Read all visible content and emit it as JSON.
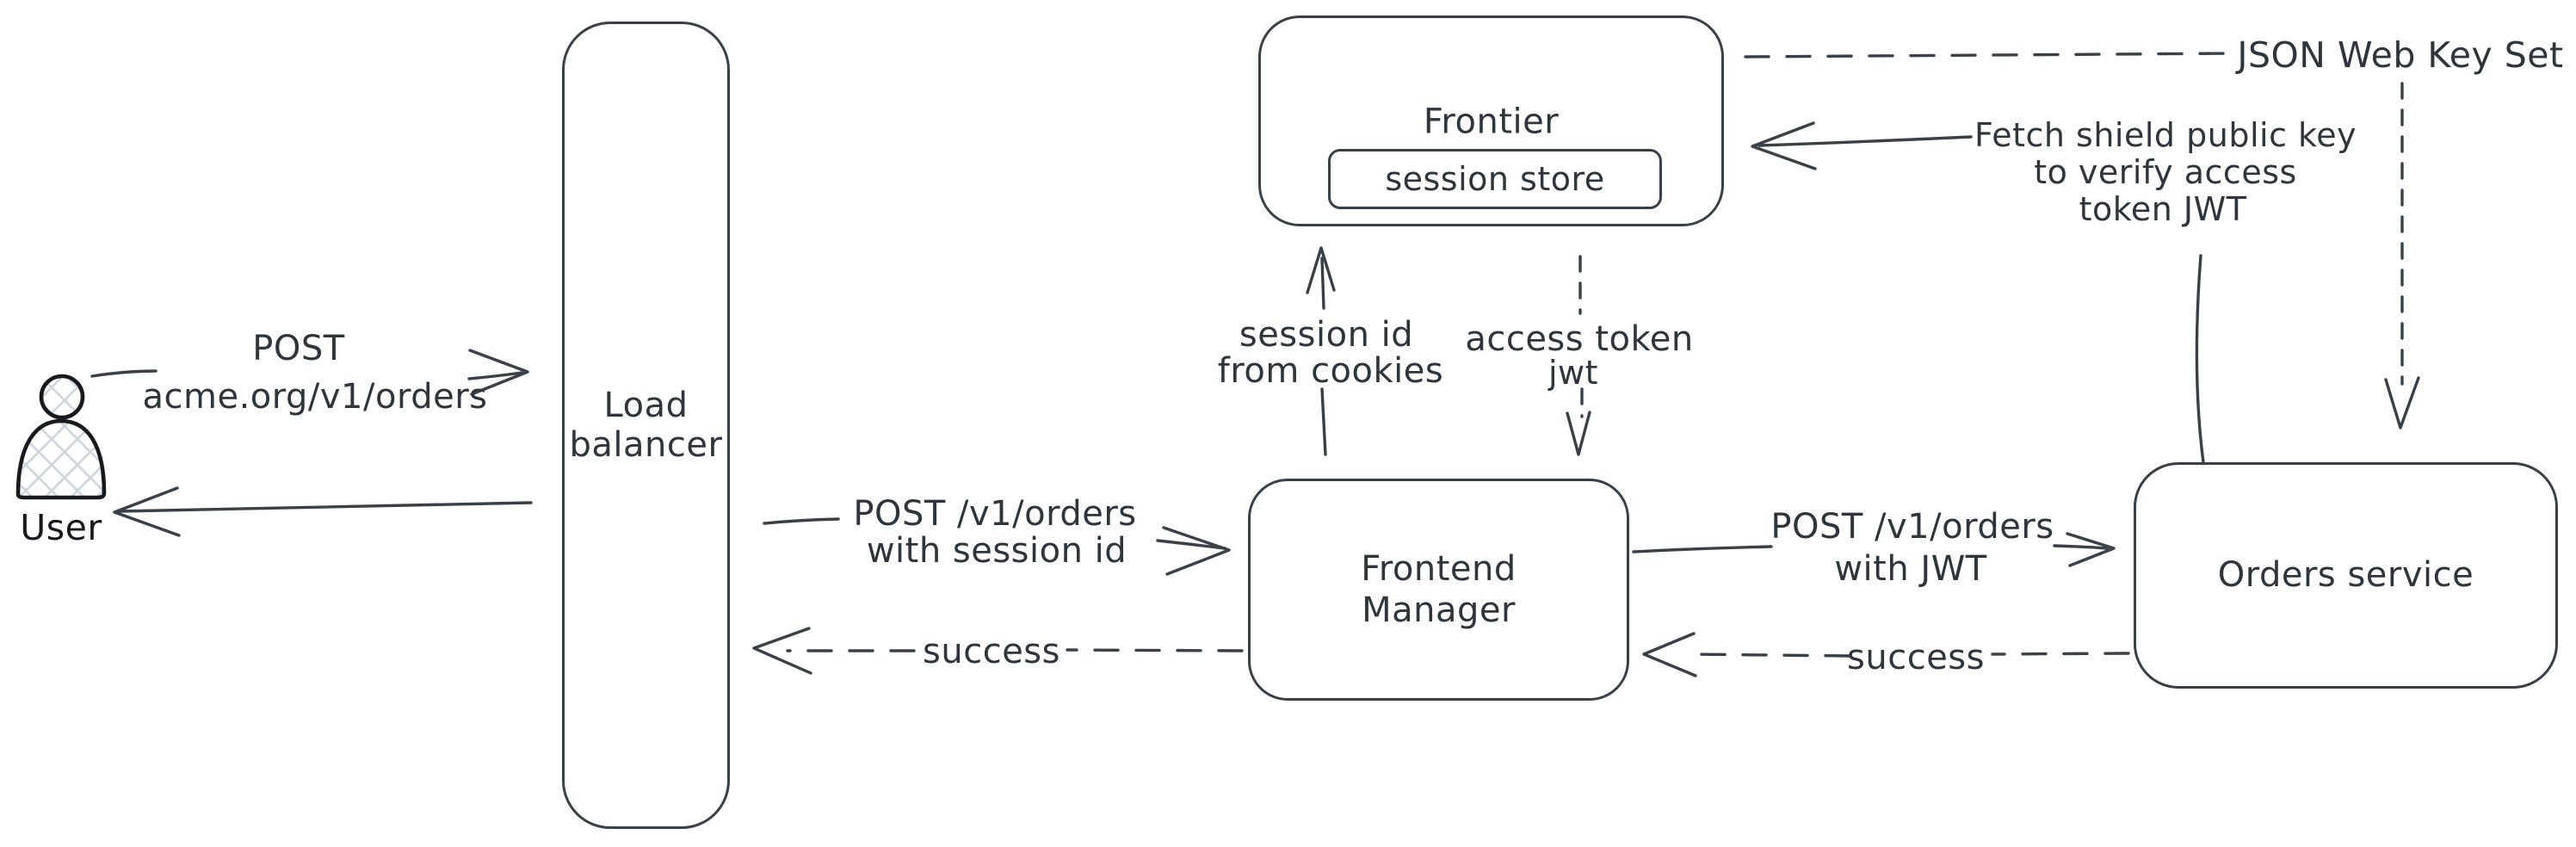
{
  "diagram": {
    "colors": {
      "background": "#ffffff",
      "ink": "#3a4047",
      "text": "#2f353c",
      "user_icon_stroke": "#17191c",
      "user_icon_hatch": "#cdd6de"
    },
    "user": {
      "label": "User"
    },
    "nodes": {
      "load_balancer": {
        "lines": [
          "Load",
          "balancer"
        ]
      },
      "frontier": {
        "label": "Frontier",
        "session_store_label": "session store"
      },
      "frontend_manager": {
        "lines": [
          "Frontend",
          "Manager"
        ]
      },
      "orders_service": {
        "label": "Orders service"
      }
    },
    "edges": {
      "user_to_lb": {
        "lines": [
          "POST",
          "acme.org/v1/orders"
        ]
      },
      "lb_to_fm": {
        "lines": [
          "POST /v1/orders",
          "with session id"
        ]
      },
      "fm_to_lb": {
        "label": "success"
      },
      "fm_to_frontier": {
        "lines": [
          "session id",
          "from cookies"
        ]
      },
      "frontier_to_fm": {
        "lines": [
          "access token",
          "jwt"
        ]
      },
      "fm_to_orders": {
        "lines": [
          "POST /v1/orders",
          "with JWT"
        ]
      },
      "orders_to_fm": {
        "label": "success"
      },
      "orders_to_frontier": {
        "lines": [
          "Fetch shield public key",
          "to verify access",
          "token JWT"
        ]
      },
      "frontier_to_jwks": {
        "label": "JSON Web Key Set"
      }
    }
  }
}
